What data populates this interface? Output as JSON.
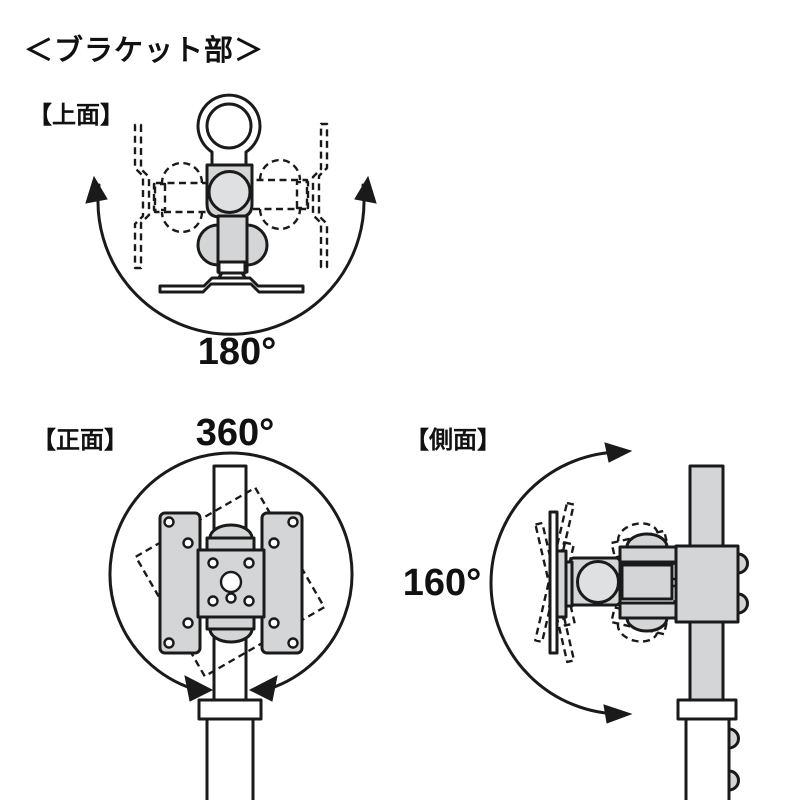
{
  "title": "＜ブラケット部＞",
  "views": {
    "top": {
      "label": "【上面】",
      "angle": "180°"
    },
    "front": {
      "label": "【正面】",
      "angle": "360°"
    },
    "side": {
      "label": "【側面】",
      "angle": "160°"
    }
  },
  "colors": {
    "line": "#1a1a1a",
    "part_fill": "#d4d5d6",
    "part_fill_light": "#dfe0e1",
    "background": "#ffffff",
    "text": "#111111"
  }
}
